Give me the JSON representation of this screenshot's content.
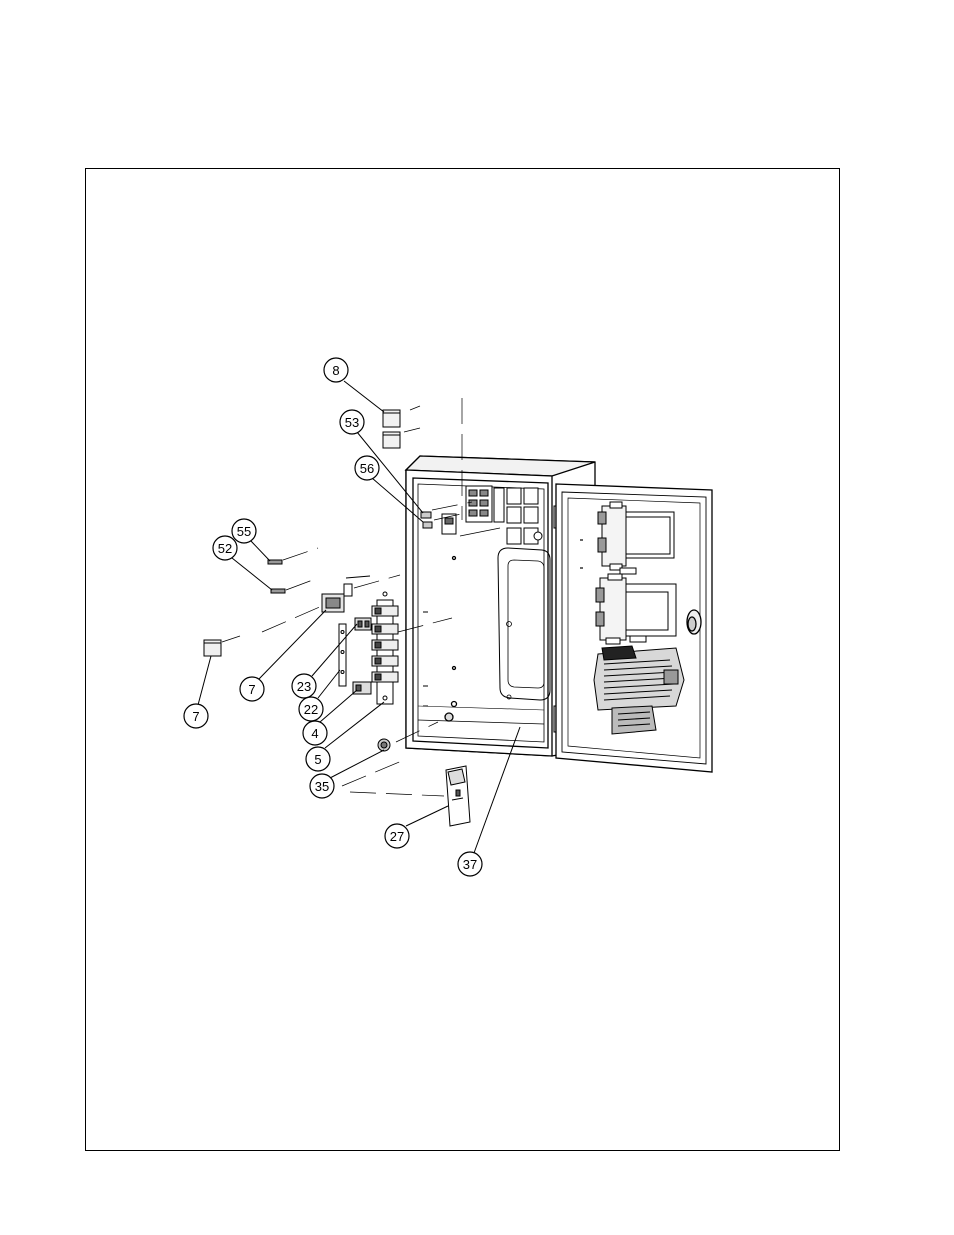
{
  "callouts": [
    {
      "id": "c8",
      "label": "8"
    },
    {
      "id": "c53",
      "label": "53"
    },
    {
      "id": "c56",
      "label": "56"
    },
    {
      "id": "c55",
      "label": "55"
    },
    {
      "id": "c52",
      "label": "52"
    },
    {
      "id": "c7a",
      "label": "7"
    },
    {
      "id": "c7b",
      "label": "7"
    },
    {
      "id": "c23",
      "label": "23"
    },
    {
      "id": "c22",
      "label": "22"
    },
    {
      "id": "c4",
      "label": "4"
    },
    {
      "id": "c5",
      "label": "5"
    },
    {
      "id": "c35",
      "label": "35"
    },
    {
      "id": "c27",
      "label": "27"
    },
    {
      "id": "c37",
      "label": "37"
    }
  ],
  "colors": {
    "line": "#000000",
    "fill": "#ffffff",
    "shade": "#c8c8c8",
    "dark": "#555555"
  }
}
